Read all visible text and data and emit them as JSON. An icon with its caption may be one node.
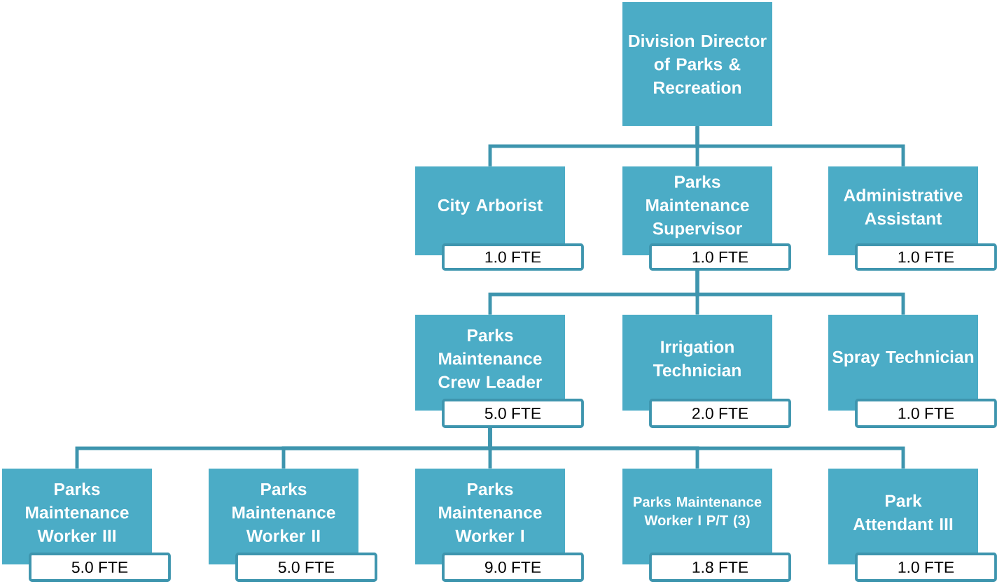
{
  "diagram": {
    "nodes": [
      {
        "text": [
          "Division Director of Parks & Recreation"
        ]
      },
      {
        "text": [
          "City Arborist",
          "1.0 FTE"
        ]
      },
      {
        "text": [
          "Parks Maintenance Supervisor",
          "1.0 FTE"
        ]
      },
      {
        "text": [
          "Administrative Assistant",
          "1.0 FTE"
        ]
      },
      {
        "text": [
          "Parks Maintenance Crew Leader",
          "5.0 FTE"
        ]
      },
      {
        "text": [
          "Irrigation Technician",
          "2.0 FTE"
        ]
      },
      {
        "text": [
          "Spray Technician",
          "1.0 FTE"
        ]
      },
      {
        "text": [
          "Parks Maintenance Worker III",
          "5.0 FTE"
        ]
      },
      {
        "text": [
          "Parks Maintenance Worker II",
          "5.0 FTE"
        ]
      },
      {
        "text": [
          "Parks Maintenance Worker I",
          "9.0 FTE"
        ]
      },
      {
        "text": [
          "Parks Maintenance Worker I P/T (3)",
          "1.8 FTE"
        ]
      },
      {
        "text": [
          "Park Attendant III",
          "1.0 FTE"
        ]
      }
    ],
    "edges": [
      {
        "from": 0,
        "to": 1,
        "arrow": "none"
      },
      {
        "from": 0,
        "to": 2,
        "arrow": "none"
      },
      {
        "from": 0,
        "to": 3,
        "arrow": "none"
      },
      {
        "from": 2,
        "to": 4,
        "arrow": "none"
      },
      {
        "from": 2,
        "to": 5,
        "arrow": "none"
      },
      {
        "from": 2,
        "to": 6,
        "arrow": "none"
      },
      {
        "from": 4,
        "to": 7,
        "arrow": "none"
      },
      {
        "from": 4,
        "to": 8,
        "arrow": "none"
      },
      {
        "from": 4,
        "to": 9,
        "arrow": "none"
      },
      {
        "from": 4,
        "to": 10,
        "arrow": "none"
      },
      {
        "from": 4,
        "to": 11,
        "arrow": "none"
      }
    ]
  }
}
